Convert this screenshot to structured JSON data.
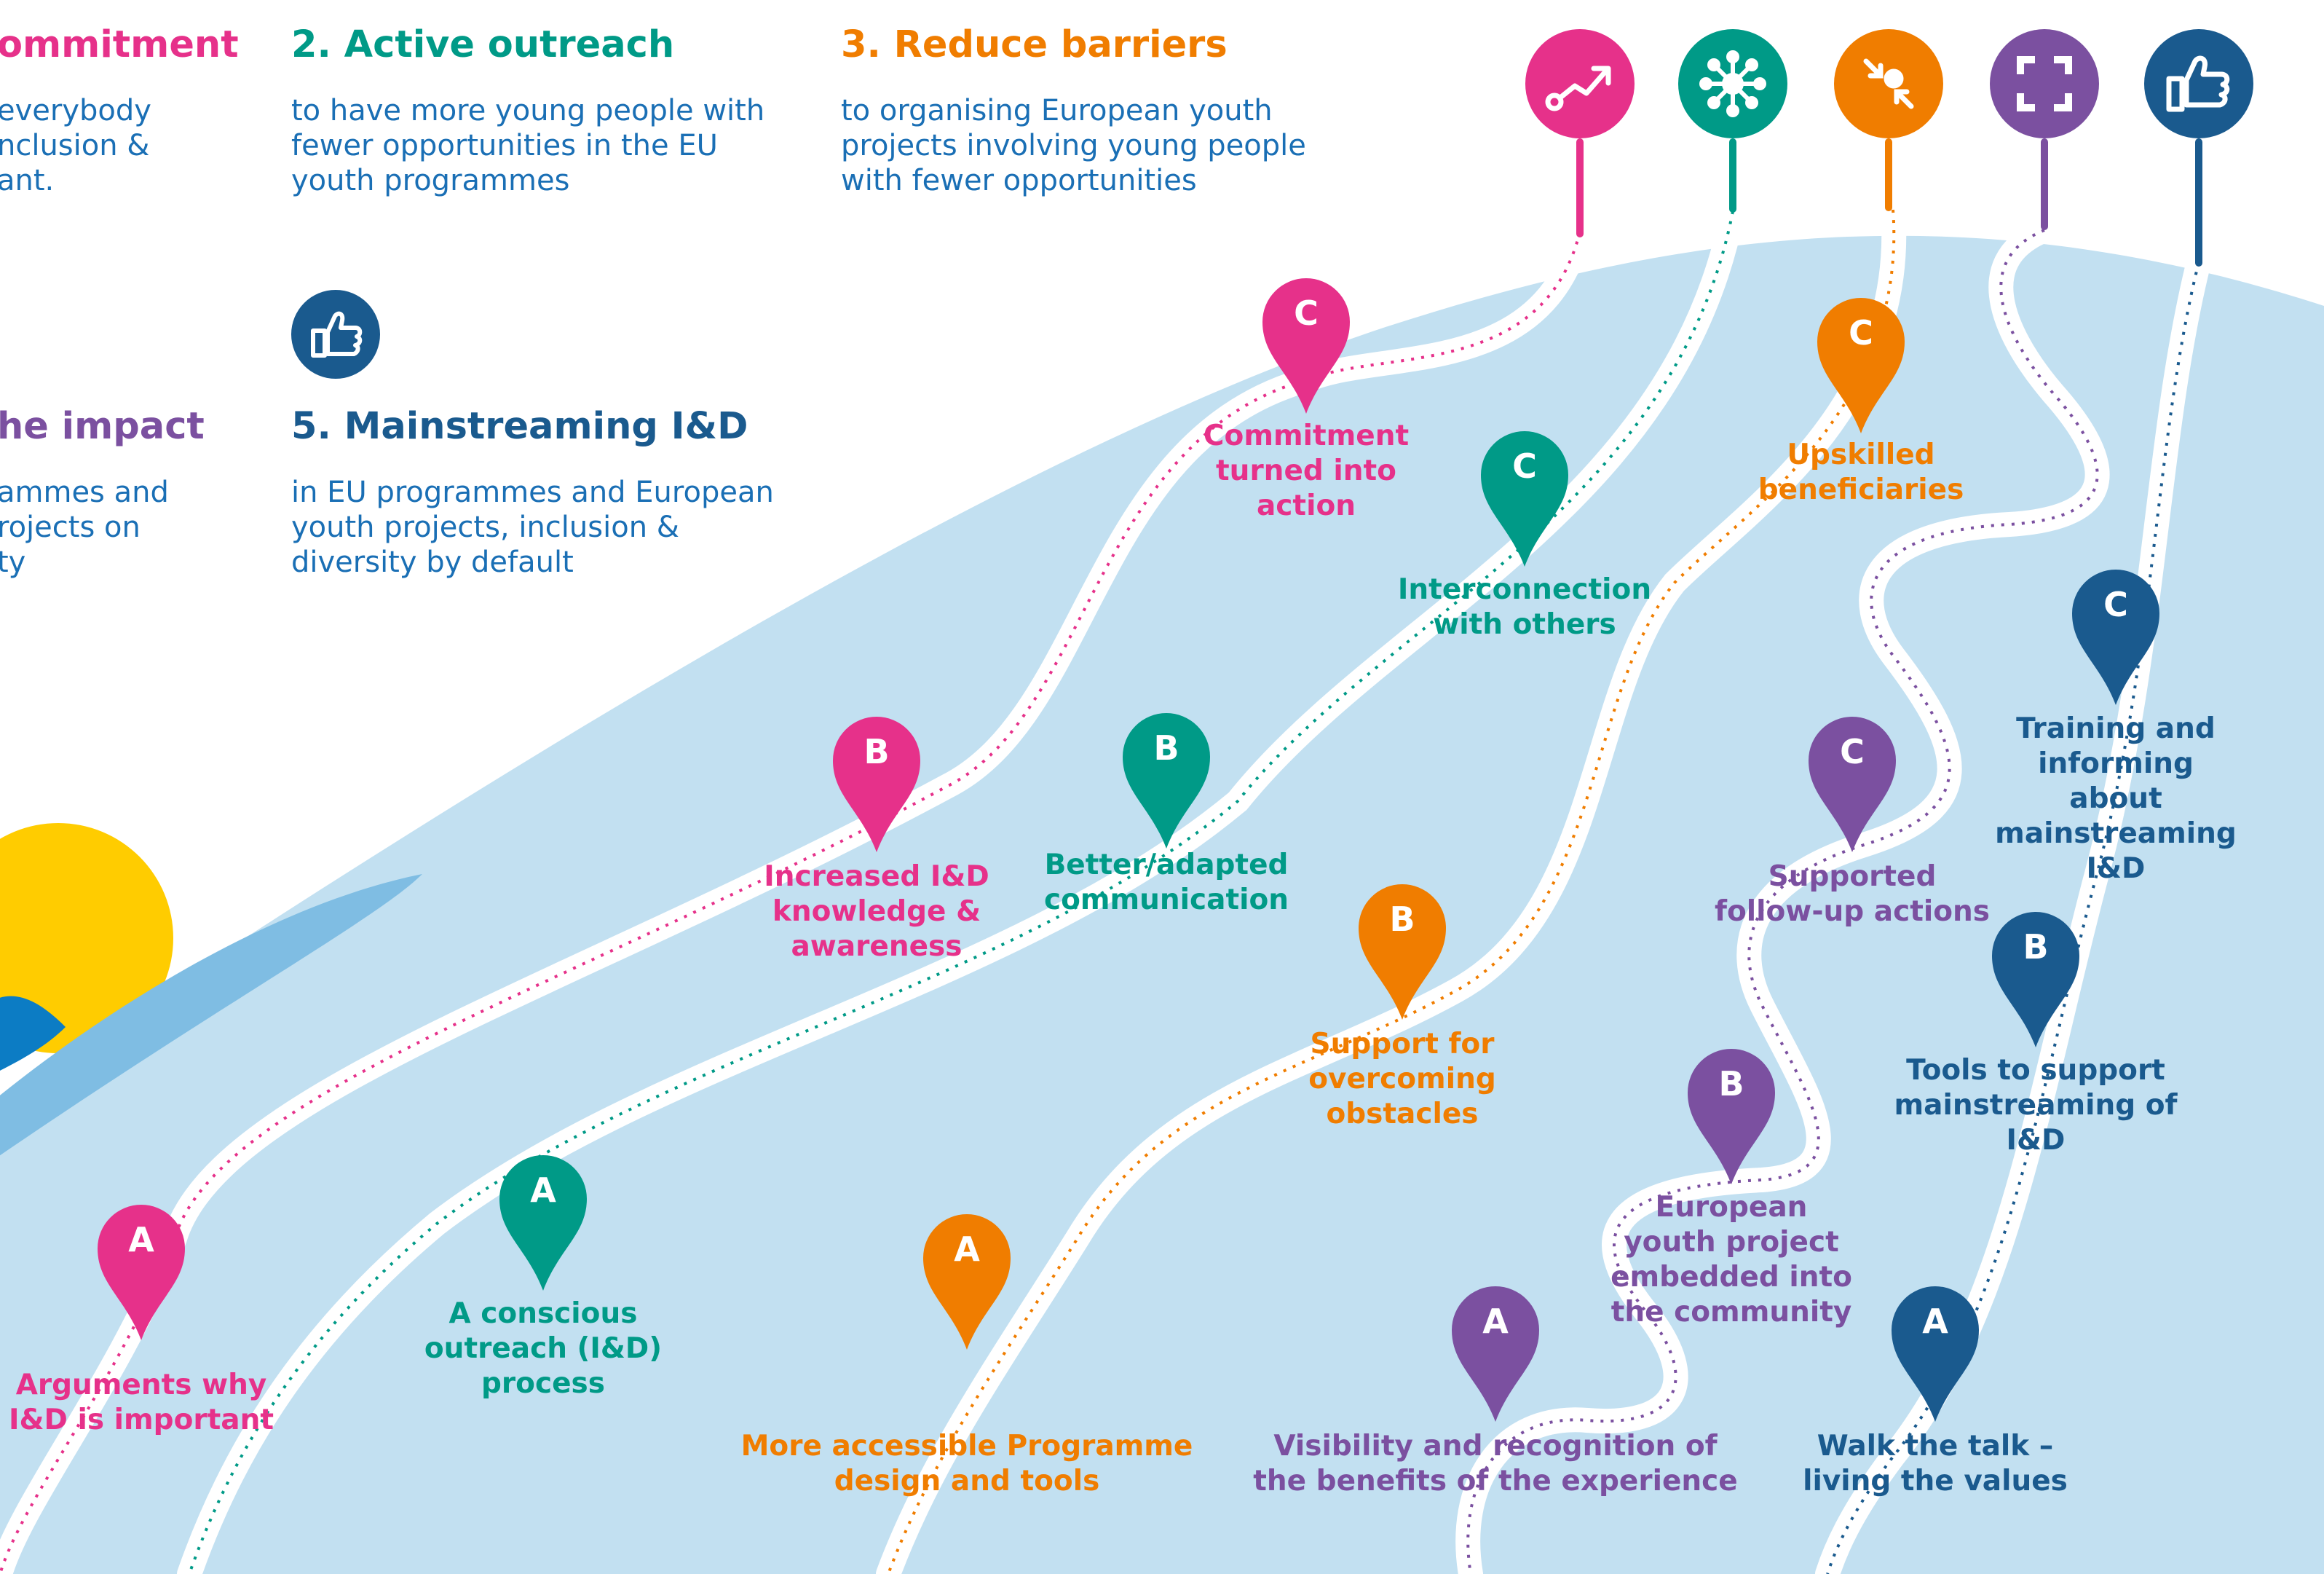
{
  "colors": {
    "pink": "#e6318a",
    "teal": "#009a87",
    "orange": "#f07d00",
    "purple": "#7b50a0",
    "navy": "#1a5a8e",
    "desc_blue": "#1a6fb5",
    "hill": "#c2e0f1",
    "hill_dark": "#7fbde3",
    "sun": "#ffcc00"
  },
  "headings": {
    "h1": "ommitment",
    "h2": "2. Active outreach",
    "h3": "3. Reduce barriers",
    "h4": "he impact",
    "h5": "5. Mainstreaming I&D"
  },
  "descriptions": {
    "d1": "everybody\nnclusion &\nant.",
    "d2": "to have more young people with\nfewer opportunities in the EU\nyouth programmes",
    "d3": "to organising European youth\nprojects involving young people\nwith fewer opportunities",
    "d4": "ammes and\nrojects on\nty",
    "d5": "in EU programmes and European\nyouth projects, inclusion &\ndiversity by default"
  },
  "top_icons": [
    {
      "name": "rising-chart-icon",
      "color": "pink"
    },
    {
      "name": "network-icon",
      "color": "teal"
    },
    {
      "name": "arrows-converge-icon",
      "color": "orange"
    },
    {
      "name": "expand-corners-icon",
      "color": "purple"
    },
    {
      "name": "thumbs-up-icon",
      "color": "navy"
    }
  ],
  "pins": [
    {
      "letter": "A",
      "color": "pink",
      "label": "Arguments why\nI&D is important"
    },
    {
      "letter": "B",
      "color": "pink",
      "label": "Increased I&D\nknowledge &\nawareness"
    },
    {
      "letter": "C",
      "color": "pink",
      "label": "Commitment\nturned into\naction"
    },
    {
      "letter": "A",
      "color": "teal",
      "label": "A conscious\noutreach (I&D)\nprocess"
    },
    {
      "letter": "B",
      "color": "teal",
      "label": "Better/adapted\ncommunication"
    },
    {
      "letter": "C",
      "color": "teal",
      "label": "Interconnection\nwith others"
    },
    {
      "letter": "A",
      "color": "orange",
      "label": "More accessible Programme\ndesign and tools"
    },
    {
      "letter": "B",
      "color": "orange",
      "label": "Support for\novercoming\nobstacles"
    },
    {
      "letter": "C",
      "color": "orange",
      "label": "Upskilled\nbeneficiaries"
    },
    {
      "letter": "A",
      "color": "purple",
      "label": "Visibility and recognition of\nthe benefits of the experience"
    },
    {
      "letter": "B",
      "color": "purple",
      "label": "European\nyouth project\nembedded into\nthe community"
    },
    {
      "letter": "C",
      "color": "purple",
      "label": "Supported\nfollow-up actions"
    },
    {
      "letter": "A",
      "color": "navy",
      "label": "Walk the talk –\nliving the values"
    },
    {
      "letter": "B",
      "color": "navy",
      "label": "Tools to support\nmainstreaming of\nI&D"
    },
    {
      "letter": "C",
      "color": "navy",
      "label": "Training and\ninforming about\nmainstreaming\nI&D"
    }
  ]
}
